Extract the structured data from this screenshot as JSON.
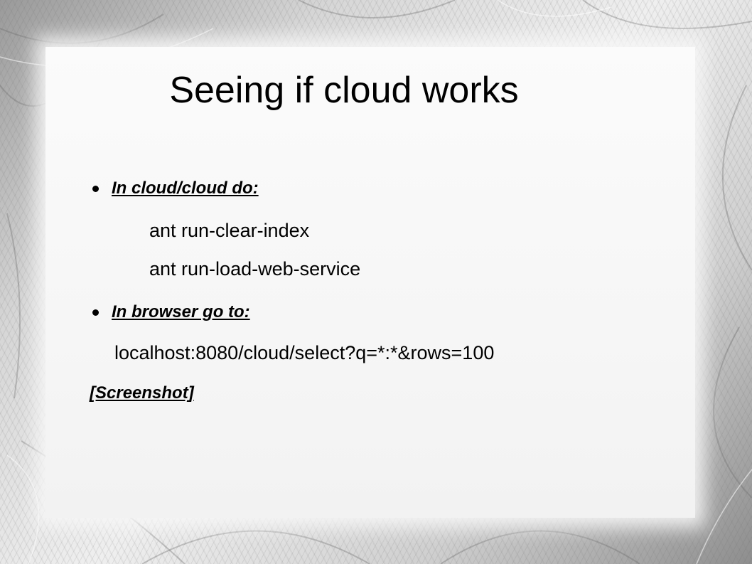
{
  "slide": {
    "title": "Seeing if cloud works"
  },
  "bullets": [
    {
      "label": "In cloud/cloud do:",
      "lines": [
        "ant run-clear-index",
        "ant run-load-web-service"
      ]
    },
    {
      "label": "In browser go to:",
      "lines": [
        "localhost:8080/cloud/select?q=*:*&rows=100"
      ]
    }
  ],
  "screenshot_link": {
    "label": "[Screenshot]"
  },
  "colors": {
    "text": "#000000",
    "panel": "#f8f8f8",
    "background": "#c8c8c8"
  }
}
